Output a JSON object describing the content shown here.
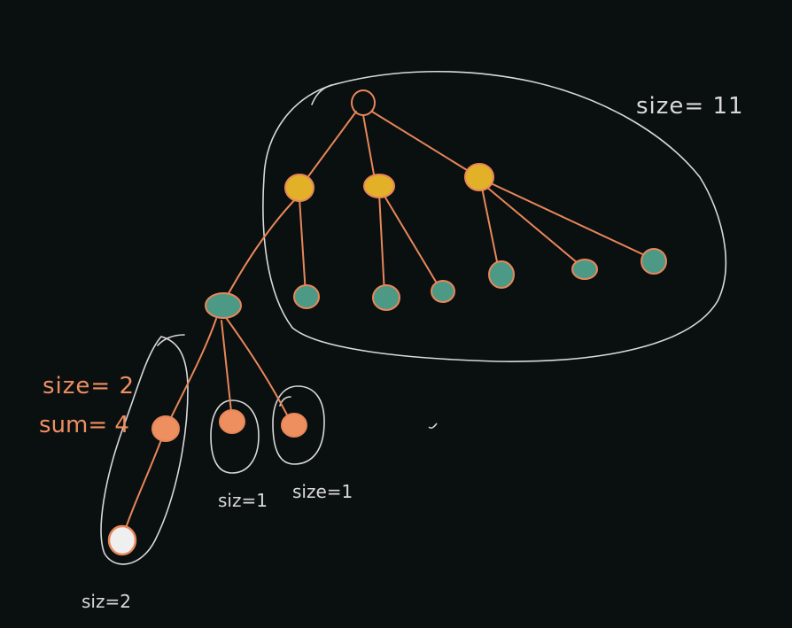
{
  "colors": {
    "background": "#0a0f10",
    "edge": "#e8875a",
    "outline": "#d9d9d9",
    "root_fill": "none",
    "yellow": "#e2b128",
    "teal": "#4c9a86",
    "orange": "#ee8f60",
    "white": "#efefef",
    "annotation_orange": "#ee8f60",
    "annotation_white": "#d9d9d9"
  },
  "labels": {
    "big_size": "size= 11",
    "size2": "size= 2",
    "sum4": "sum= 4",
    "siz1": "siz=1",
    "size1": "size=1",
    "siz2": "siz=2"
  }
}
